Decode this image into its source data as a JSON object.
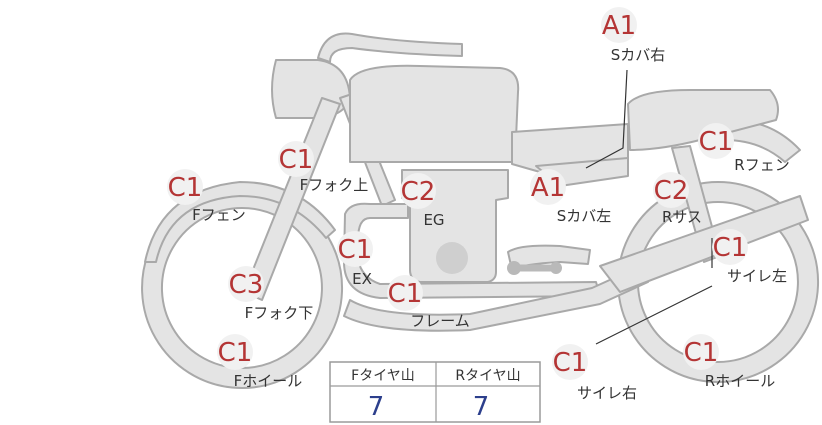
{
  "colors": {
    "body_fill": "#e4e4e4",
    "body_stroke": "#a9a9a9",
    "badge_fill": "#f1f1f1",
    "badge_text": "#b43535",
    "label_text": "#333333",
    "table_border": "#9a9a9a",
    "table_head_bg": "#ffffff",
    "table_value": "#2c3f8c",
    "detail_gray": "#b9b9b9"
  },
  "callouts": [
    {
      "id": "s-cover-right",
      "grade": "A1",
      "label": "Sカバ右"
    },
    {
      "id": "r-fender",
      "grade": "C1",
      "label": "Rフェン"
    },
    {
      "id": "f-fork-upper",
      "grade": "C1",
      "label": "Fフォク上"
    },
    {
      "id": "engine",
      "grade": "C2",
      "label": "EG"
    },
    {
      "id": "s-cover-left",
      "grade": "A1",
      "label": "Sカバ左"
    },
    {
      "id": "r-suspension",
      "grade": "C2",
      "label": "Rサス"
    },
    {
      "id": "f-fender",
      "grade": "C1",
      "label": "Fフェン"
    },
    {
      "id": "exhaust",
      "grade": "C1",
      "label": "EX"
    },
    {
      "id": "silencer-left",
      "grade": "C1",
      "label": "サイレ左"
    },
    {
      "id": "f-fork-lower",
      "grade": "C3",
      "label": "Fフォク下"
    },
    {
      "id": "frame",
      "grade": "C1",
      "label": "フレーム"
    },
    {
      "id": "f-wheel",
      "grade": "C1",
      "label": "Fホイール"
    },
    {
      "id": "silencer-right",
      "grade": "C1",
      "label": "サイレ右"
    },
    {
      "id": "r-wheel",
      "grade": "C1",
      "label": "Rホイール"
    }
  ],
  "tire_table": {
    "headers": [
      "Fタイヤ山",
      "Rタイヤ山"
    ],
    "values": [
      "7",
      "7"
    ]
  }
}
